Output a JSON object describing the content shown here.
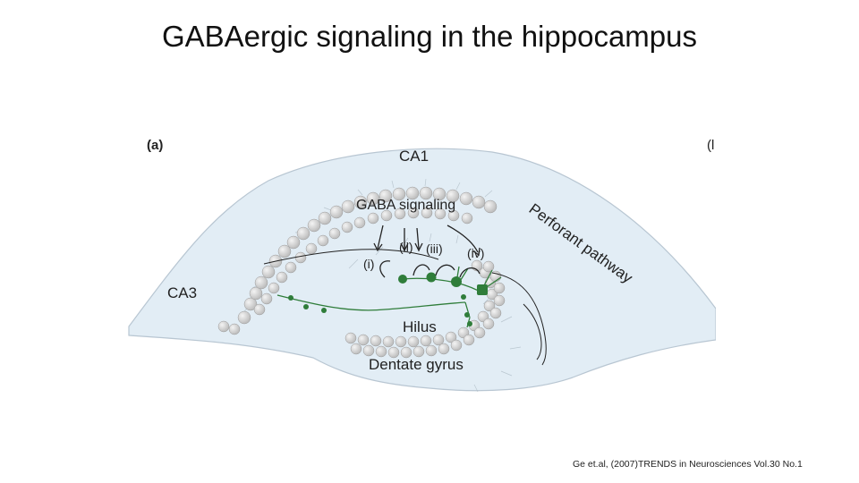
{
  "slide": {
    "title": "GABAergic signaling in the hippocampus",
    "citation": "Ge et.al, (2007)TRENDS in Neurosciences Vol.30 No.1"
  },
  "figure": {
    "panel_label": "(a)",
    "panel_label_cut": "(l",
    "labels": {
      "ca1": "CA1",
      "ca3": "CA3",
      "gaba_signaling": "GABA signaling",
      "perforant_pathway": "Perforant pathway",
      "hilus": "Hilus",
      "dentate_gyrus": "Dentate gyrus"
    },
    "markers": [
      "(i)",
      "(ii)",
      "(iii)",
      "(iv)"
    ],
    "colors": {
      "tissue": "#e2edf5",
      "cell": "#d3d3d3",
      "neuron": "#2f7d3a",
      "text": "#222222"
    }
  }
}
